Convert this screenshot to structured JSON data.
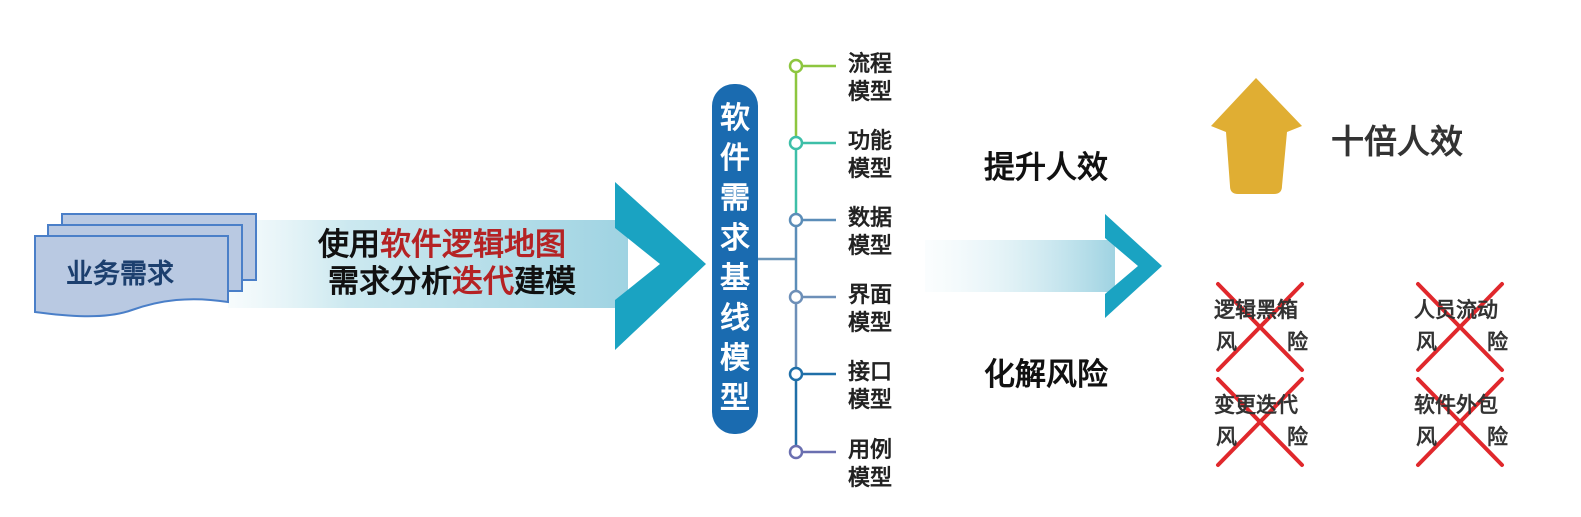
{
  "source": {
    "label": "业务需求"
  },
  "process": {
    "line1_part1": "使用",
    "line1_part2": "软件逻辑地图",
    "line2_part1": "需求分析",
    "line2_part2": "迭代",
    "line2_part3": "建模",
    "accent_color": "#b52224"
  },
  "baseline": {
    "chars": [
      "软",
      "件",
      "需",
      "求",
      "基",
      "线",
      "模",
      "型"
    ],
    "color": "#1a6bb0"
  },
  "models": [
    {
      "line1": "流程",
      "line2": "模型",
      "color": "#8dc63f"
    },
    {
      "line1": "功能",
      "line2": "模型",
      "color": "#3dbfa8"
    },
    {
      "line1": "数据",
      "line2": "模型",
      "color": "#5b8db8"
    },
    {
      "line1": "界面",
      "line2": "模型",
      "color": "#6d8fb8"
    },
    {
      "line1": "接口",
      "line2": "模型",
      "color": "#1f6fa8"
    },
    {
      "line1": "用例",
      "line2": "模型",
      "color": "#6a6fb0"
    }
  ],
  "outcomes": {
    "top": "提升人效",
    "bottom": "化解风险"
  },
  "result": {
    "label": "十倍人效",
    "arrow_color": "#e0ae33"
  },
  "risks": [
    {
      "line1": "逻辑黑箱",
      "line2_a": "风",
      "line2_b": "险"
    },
    {
      "line1": "人员流动",
      "line2_a": "风",
      "line2_b": "险"
    },
    {
      "line1": "变更迭代",
      "line2_a": "风",
      "line2_b": "险"
    },
    {
      "line1": "软件外包",
      "line2_a": "风",
      "line2_b": "险"
    }
  ],
  "cross_color": "#e0282c"
}
